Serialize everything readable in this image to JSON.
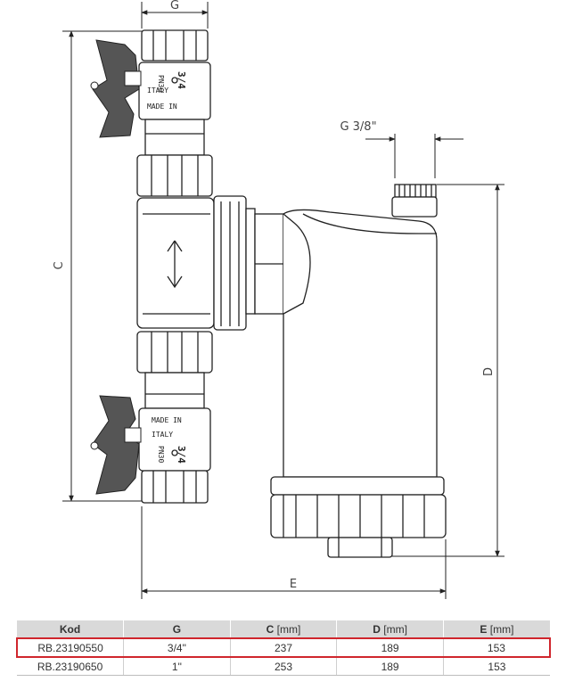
{
  "labels": {
    "g_top": "G",
    "g_side": "G 3/8\"",
    "c": "C",
    "d": "D",
    "e": "E"
  },
  "valve_marks": {
    "size": "3/4",
    "brand": "PN30",
    "made1": "MADE IN",
    "made2": "ITALY"
  },
  "table": {
    "headers": [
      {
        "name": "Kod",
        "unit": ""
      },
      {
        "name": "G",
        "unit": ""
      },
      {
        "name": "C",
        "unit": "[mm]"
      },
      {
        "name": "D",
        "unit": "[mm]"
      },
      {
        "name": "E",
        "unit": "[mm]"
      }
    ],
    "rows": [
      {
        "kod": "RB.23190550",
        "g": "3/4\"",
        "c": "237",
        "d": "189",
        "e": "153",
        "highlighted": true
      },
      {
        "kod": "RB.23190650",
        "g": "1\"",
        "c": "253",
        "d": "189",
        "e": "153",
        "highlighted": false
      }
    ]
  },
  "colors": {
    "line": "#222222",
    "handle": "#555555",
    "highlight": "#d0262d",
    "header_bg": "#d9d9d9"
  }
}
